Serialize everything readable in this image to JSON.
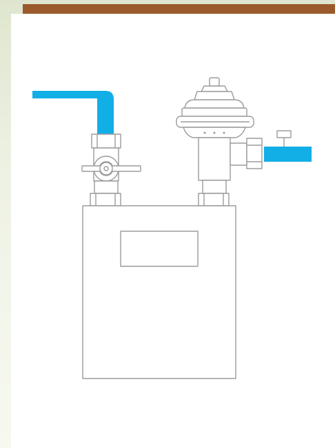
{
  "figure": {
    "subject": "gas-meter-installation",
    "colors": {
      "pipe": "#12aee6",
      "outline": "#9b9b9b",
      "fill": "#ffffff",
      "top_bar": "#9a5a2c",
      "background_tint": "#e4ead6"
    },
    "components": [
      {
        "name": "inlet-pipe",
        "icon": "pipe-elbow"
      },
      {
        "name": "shutoff-valve",
        "icon": "ball-valve-icon"
      },
      {
        "name": "pressure-regulator",
        "icon": "regulator-icon"
      },
      {
        "name": "outlet-pipe",
        "icon": "pipe-straight"
      },
      {
        "name": "gas-meter",
        "icon": "meter-box"
      },
      {
        "name": "meter-display",
        "icon": "display-window"
      }
    ]
  }
}
